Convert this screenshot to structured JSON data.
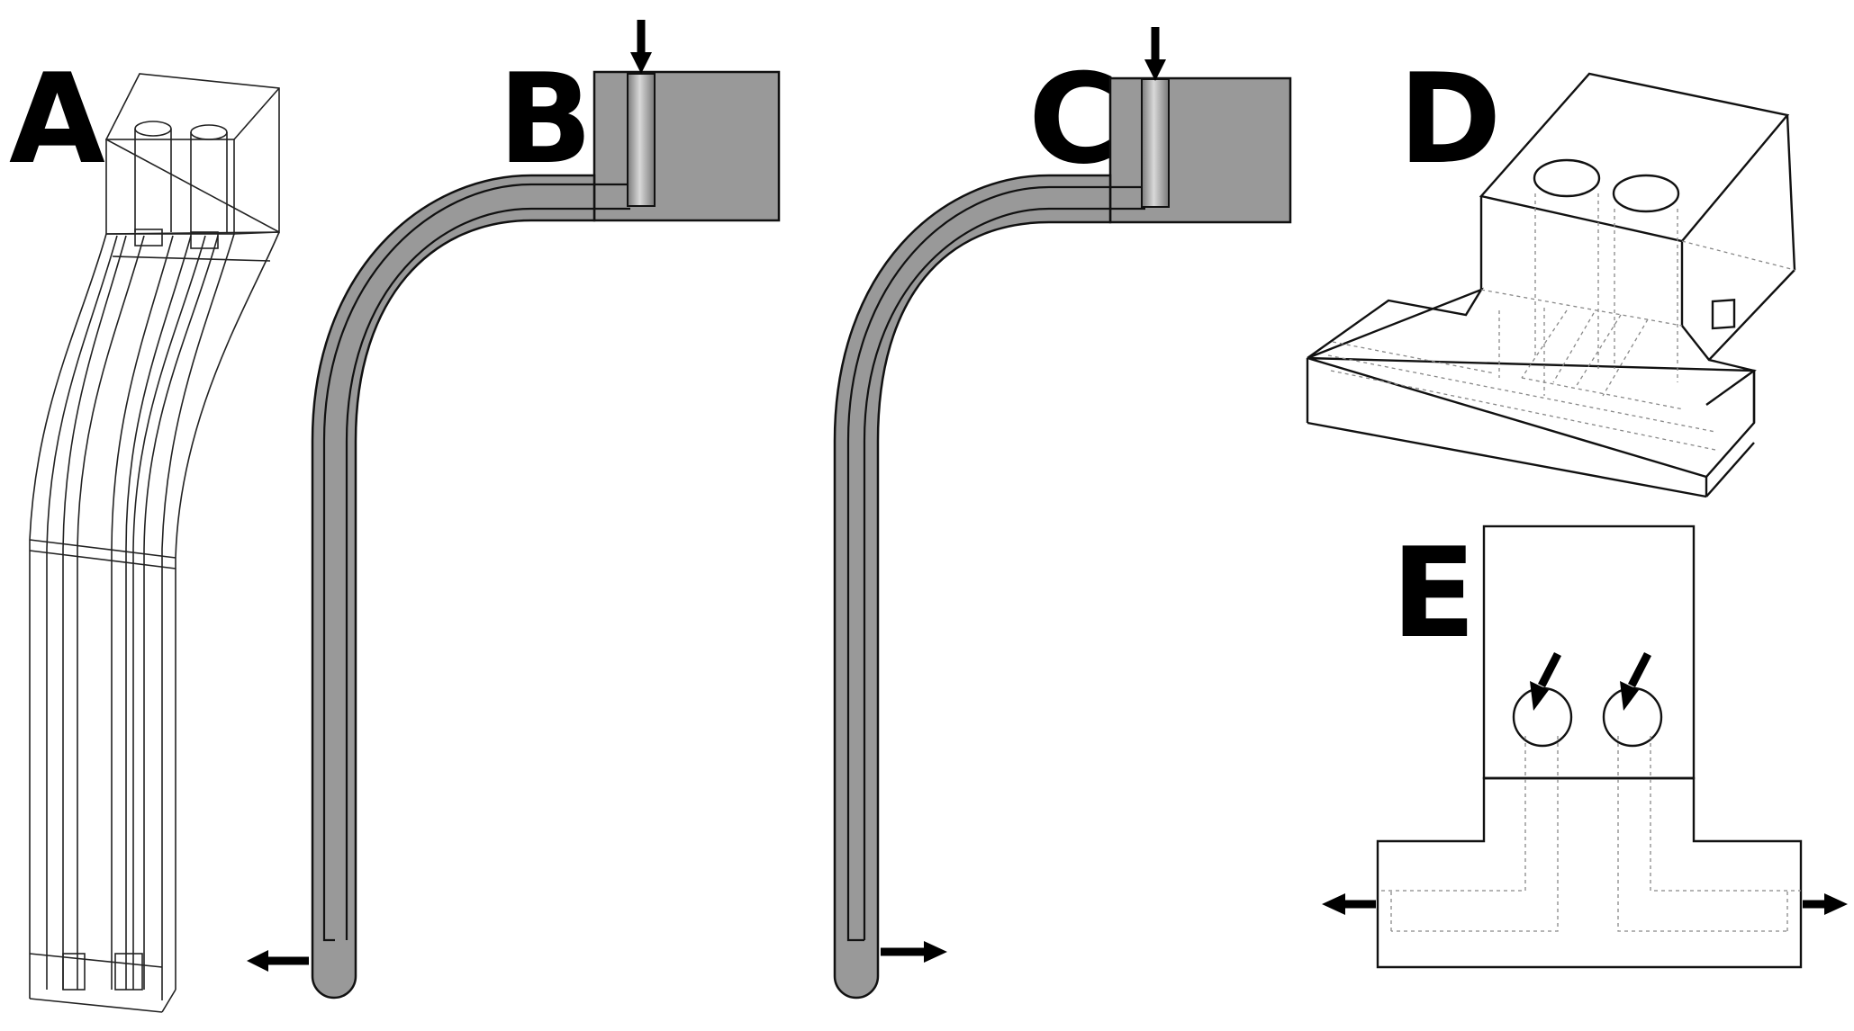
{
  "panels": {
    "a": {
      "label": "A"
    },
    "b": {
      "label": "B"
    },
    "c": {
      "label": "C"
    },
    "d": {
      "label": "D"
    },
    "e": {
      "label": "E"
    }
  },
  "colors": {
    "solid_fill": "#999999",
    "stroke": "#111111",
    "hidden_line": "#888888",
    "arrow": "#000000",
    "background": "#ffffff"
  },
  "icons": {
    "arrow": "arrow-icon"
  }
}
